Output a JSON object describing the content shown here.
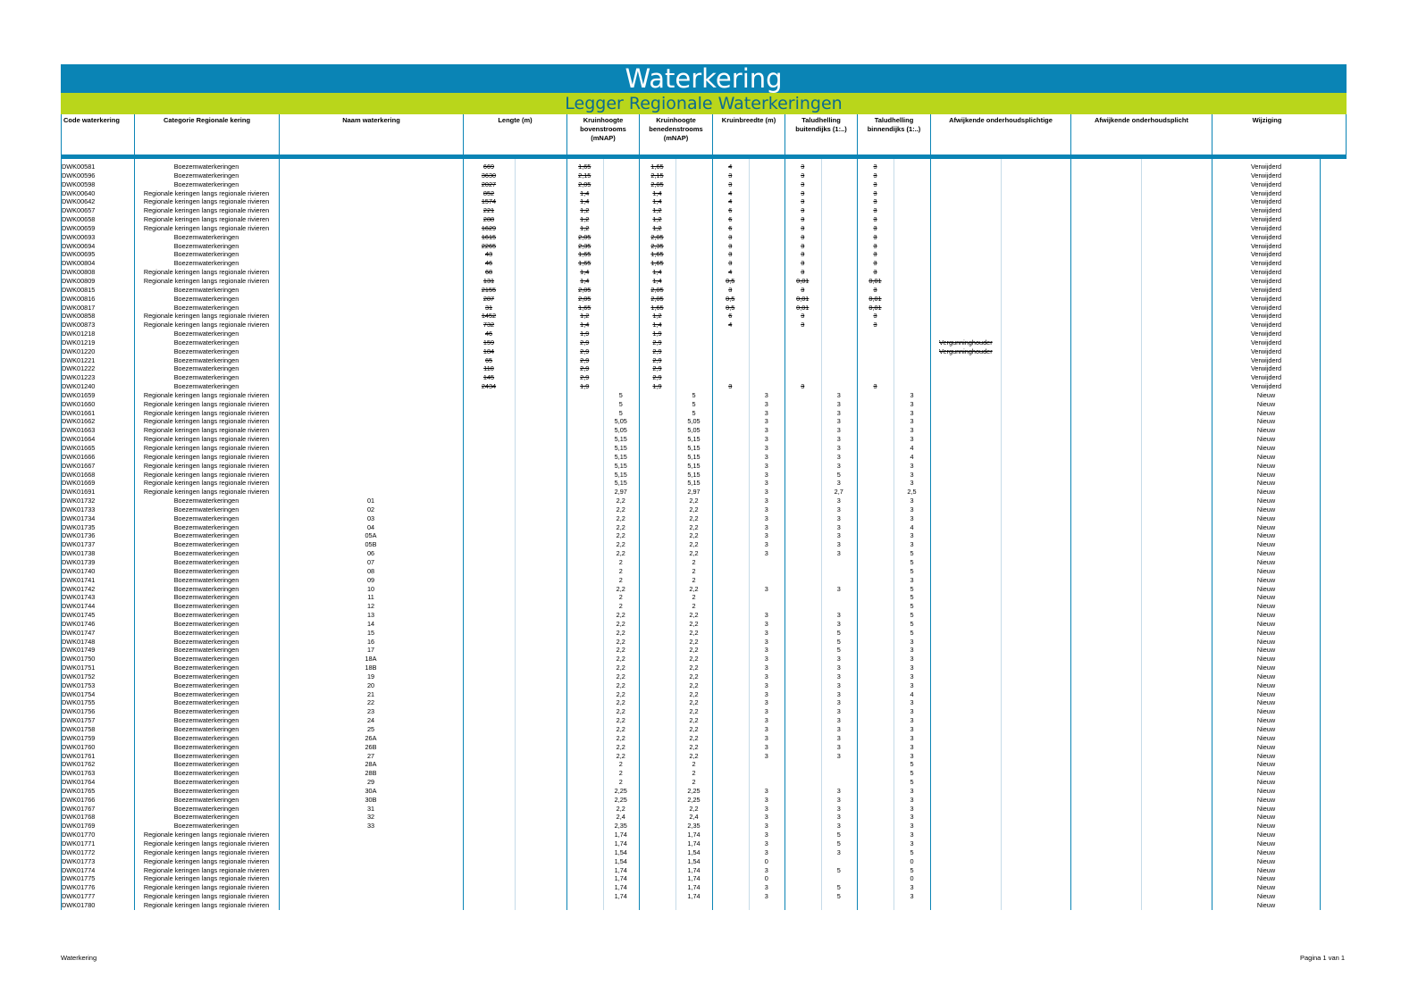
{
  "title": "Waterkering",
  "subtitle": "Legger Regionale Waterkeringen",
  "columns": [
    "Code waterkering",
    "Categorie Regionale kering",
    "Naam waterkering",
    "Lengte (m)",
    "Kruinhoogte bovenstrooms (mNAP)",
    "Kruinhoogte benedenstrooms (mNAP)",
    "Kruinbreedte (m)",
    "Taludhelling buitendijks (1:..)",
    "Taludhelling binnendijks (1:..)",
    "Afwijkende onderhoudsplichtige",
    "Afwijkende onderhoudsplicht",
    "Wijziging"
  ],
  "rows": [
    [
      "DWK00581",
      "Boezemwaterkeringen",
      "",
      "669",
      "1,65",
      "1,65",
      "4",
      "3",
      "3",
      "",
      "",
      "Verwijderd"
    ],
    [
      "DWK00596",
      "Boezemwaterkeringen",
      "",
      "3630",
      "2,15",
      "2,15",
      "3",
      "3",
      "3",
      "",
      "",
      "Verwijderd"
    ],
    [
      "DWK00598",
      "Boezemwaterkeringen",
      "",
      "2027",
      "2,05",
      "2,05",
      "3",
      "3",
      "3",
      "",
      "",
      "Verwijderd"
    ],
    [
      "DWK00640",
      "Regionale keringen langs regionale rivieren",
      "",
      "852",
      "1,4",
      "1,4",
      "4",
      "3",
      "3",
      "",
      "",
      "Verwijderd"
    ],
    [
      "DWK00642",
      "Regionale keringen langs regionale rivieren",
      "",
      "1574",
      "1,4",
      "1,4",
      "4",
      "3",
      "3",
      "",
      "",
      "Verwijderd"
    ],
    [
      "DWK00657",
      "Regionale keringen langs regionale rivieren",
      "",
      "221",
      "1,2",
      "1,2",
      "6",
      "3",
      "3",
      "",
      "",
      "Verwijderd"
    ],
    [
      "DWK00658",
      "Regionale keringen langs regionale rivieren",
      "",
      "288",
      "1,2",
      "1,2",
      "6",
      "3",
      "3",
      "",
      "",
      "Verwijderd"
    ],
    [
      "DWK00659",
      "Regionale keringen langs regionale rivieren",
      "",
      "1629",
      "1,2",
      "1,2",
      "6",
      "3",
      "3",
      "",
      "",
      "Verwijderd"
    ],
    [
      "DWK00693",
      "Boezemwaterkeringen",
      "",
      "1615",
      "2,05",
      "2,05",
      "3",
      "3",
      "3",
      "",
      "",
      "Verwijderd"
    ],
    [
      "DWK00694",
      "Boezemwaterkeringen",
      "",
      "2265",
      "2,35",
      "2,35",
      "3",
      "3",
      "3",
      "",
      "",
      "Verwijderd"
    ],
    [
      "DWK00695",
      "Boezemwaterkeringen",
      "",
      "43",
      "1,65",
      "1,65",
      "3",
      "3",
      "3",
      "",
      "",
      "Verwijderd"
    ],
    [
      "DWK00804",
      "Boezemwaterkeringen",
      "",
      "46",
      "1,65",
      "1,65",
      "3",
      "3",
      "3",
      "",
      "",
      "Verwijderd"
    ],
    [
      "DWK00808",
      "Regionale keringen langs regionale rivieren",
      "",
      "68",
      "1,4",
      "1,4",
      "4",
      "3",
      "3",
      "",
      "",
      "Verwijderd"
    ],
    [
      "DWK00809",
      "Regionale keringen langs regionale rivieren",
      "",
      "131",
      "1,4",
      "1,4",
      "0,5",
      "0,01",
      "0,01",
      "",
      "",
      "Verwijderd"
    ],
    [
      "DWK00815",
      "Boezemwaterkeringen",
      "",
      "2155",
      "2,05",
      "2,05",
      "3",
      "3",
      "3",
      "",
      "",
      "Verwijderd"
    ],
    [
      "DWK00816",
      "Boezemwaterkeringen",
      "",
      "287",
      "2,05",
      "2,05",
      "0,5",
      "0,01",
      "0,01",
      "",
      "",
      "Verwijderd"
    ],
    [
      "DWK00817",
      "Boezemwaterkeringen",
      "",
      "31",
      "1,65",
      "1,65",
      "0,5",
      "0,01",
      "0,01",
      "",
      "",
      "Verwijderd"
    ],
    [
      "DWK00858",
      "Regionale keringen langs regionale rivieren",
      "",
      "1452",
      "1,2",
      "1,2",
      "6",
      "3",
      "3",
      "",
      "",
      "Verwijderd"
    ],
    [
      "DWK00873",
      "Regionale keringen langs regionale rivieren",
      "",
      "732",
      "1,4",
      "1,4",
      "4",
      "3",
      "3",
      "",
      "",
      "Verwijderd"
    ],
    [
      "DWK01218",
      "Boezemwaterkeringen",
      "",
      "46",
      "1,9",
      "1,9",
      "",
      "",
      "",
      "",
      "",
      "Verwijderd"
    ],
    [
      "DWK01219",
      "Boezemwaterkeringen",
      "",
      "159",
      "2,9",
      "2,9",
      "",
      "",
      "",
      "Vergunninghouder",
      "",
      "Verwijderd"
    ],
    [
      "DWK01220",
      "Boezemwaterkeringen",
      "",
      "184",
      "2,9",
      "2,9",
      "",
      "",
      "",
      "Vergunninghouder",
      "",
      "Verwijderd"
    ],
    [
      "DWK01221",
      "Boezemwaterkeringen",
      "",
      "65",
      "2,9",
      "2,9",
      "",
      "",
      "",
      "",
      "",
      "Verwijderd"
    ],
    [
      "DWK01222",
      "Boezemwaterkeringen",
      "",
      "110",
      "2,9",
      "2,9",
      "",
      "",
      "",
      "",
      "",
      "Verwijderd"
    ],
    [
      "DWK01223",
      "Boezemwaterkeringen",
      "",
      "145",
      "2,9",
      "2,9",
      "",
      "",
      "",
      "",
      "",
      "Verwijderd"
    ],
    [
      "DWK01240",
      "Boezemwaterkeringen",
      "",
      "2434",
      "1,9",
      "1,9",
      "3",
      "3",
      "3",
      "",
      "",
      "Verwijderd"
    ],
    [
      "DWK01659",
      "Regionale keringen langs regionale rivieren",
      "",
      "",
      "5",
      "5",
      "3",
      "3",
      "3",
      "",
      "",
      "Nieuw"
    ],
    [
      "DWK01660",
      "Regionale keringen langs regionale rivieren",
      "",
      "",
      "5",
      "5",
      "3",
      "3",
      "3",
      "",
      "",
      "Nieuw"
    ],
    [
      "DWK01661",
      "Regionale keringen langs regionale rivieren",
      "",
      "",
      "5",
      "5",
      "3",
      "3",
      "3",
      "",
      "",
      "Nieuw"
    ],
    [
      "DWK01662",
      "Regionale keringen langs regionale rivieren",
      "",
      "",
      "5,05",
      "5,05",
      "3",
      "3",
      "3",
      "",
      "",
      "Nieuw"
    ],
    [
      "DWK01663",
      "Regionale keringen langs regionale rivieren",
      "",
      "",
      "5,05",
      "5,05",
      "3",
      "3",
      "3",
      "",
      "",
      "Nieuw"
    ],
    [
      "DWK01664",
      "Regionale keringen langs regionale rivieren",
      "",
      "",
      "5,15",
      "5,15",
      "3",
      "3",
      "3",
      "",
      "",
      "Nieuw"
    ],
    [
      "DWK01665",
      "Regionale keringen langs regionale rivieren",
      "",
      "",
      "5,15",
      "5,15",
      "3",
      "3",
      "4",
      "",
      "",
      "Nieuw"
    ],
    [
      "DWK01666",
      "Regionale keringen langs regionale rivieren",
      "",
      "",
      "5,15",
      "5,15",
      "3",
      "3",
      "4",
      "",
      "",
      "Nieuw"
    ],
    [
      "DWK01667",
      "Regionale keringen langs regionale rivieren",
      "",
      "",
      "5,15",
      "5,15",
      "3",
      "3",
      "3",
      "",
      "",
      "Nieuw"
    ],
    [
      "DWK01668",
      "Regionale keringen langs regionale rivieren",
      "",
      "",
      "5,15",
      "5,15",
      "3",
      "5",
      "3",
      "",
      "",
      "Nieuw"
    ],
    [
      "DWK01669",
      "Regionale keringen langs regionale rivieren",
      "",
      "",
      "5,15",
      "5,15",
      "3",
      "3",
      "3",
      "",
      "",
      "Nieuw"
    ],
    [
      "DWK01691",
      "Regionale keringen langs regionale rivieren",
      "",
      "",
      "2,97",
      "2,97",
      "3",
      "2,7",
      "2,5",
      "",
      "",
      "Nieuw"
    ],
    [
      "DWK01732",
      "Boezemwaterkeringen",
      "01",
      "",
      "2,2",
      "2,2",
      "3",
      "3",
      "3",
      "",
      "",
      "Nieuw"
    ],
    [
      "DWK01733",
      "Boezemwaterkeringen",
      "02",
      "",
      "2,2",
      "2,2",
      "3",
      "3",
      "3",
      "",
      "",
      "Nieuw"
    ],
    [
      "DWK01734",
      "Boezemwaterkeringen",
      "03",
      "",
      "2,2",
      "2,2",
      "3",
      "3",
      "3",
      "",
      "",
      "Nieuw"
    ],
    [
      "DWK01735",
      "Boezemwaterkeringen",
      "04",
      "",
      "2,2",
      "2,2",
      "3",
      "3",
      "4",
      "",
      "",
      "Nieuw"
    ],
    [
      "DWK01736",
      "Boezemwaterkeringen",
      "05A",
      "",
      "2,2",
      "2,2",
      "3",
      "3",
      "3",
      "",
      "",
      "Nieuw"
    ],
    [
      "DWK01737",
      "Boezemwaterkeringen",
      "05B",
      "",
      "2,2",
      "2,2",
      "3",
      "3",
      "3",
      "",
      "",
      "Nieuw"
    ],
    [
      "DWK01738",
      "Boezemwaterkeringen",
      "06",
      "",
      "2,2",
      "2,2",
      "3",
      "3",
      "5",
      "",
      "",
      "Nieuw"
    ],
    [
      "DWK01739",
      "Boezemwaterkeringen",
      "07",
      "",
      "2",
      "2",
      "",
      "",
      "5",
      "",
      "",
      "Nieuw"
    ],
    [
      "DWK01740",
      "Boezemwaterkeringen",
      "08",
      "",
      "2",
      "2",
      "",
      "",
      "5",
      "",
      "",
      "Nieuw"
    ],
    [
      "DWK01741",
      "Boezemwaterkeringen",
      "09",
      "",
      "2",
      "2",
      "",
      "",
      "3",
      "",
      "",
      "Nieuw"
    ],
    [
      "DWK01742",
      "Boezemwaterkeringen",
      "10",
      "",
      "2,2",
      "2,2",
      "3",
      "3",
      "5",
      "",
      "",
      "Nieuw"
    ],
    [
      "DWK01743",
      "Boezemwaterkeringen",
      "11",
      "",
      "2",
      "2",
      "",
      "",
      "5",
      "",
      "",
      "Nieuw"
    ],
    [
      "DWK01744",
      "Boezemwaterkeringen",
      "12",
      "",
      "2",
      "2",
      "",
      "",
      "5",
      "",
      "",
      "Nieuw"
    ],
    [
      "DWK01745",
      "Boezemwaterkeringen",
      "13",
      "",
      "2,2",
      "2,2",
      "3",
      "3",
      "5",
      "",
      "",
      "Nieuw"
    ],
    [
      "DWK01746",
      "Boezemwaterkeringen",
      "14",
      "",
      "2,2",
      "2,2",
      "3",
      "3",
      "5",
      "",
      "",
      "Nieuw"
    ],
    [
      "DWK01747",
      "Boezemwaterkeringen",
      "15",
      "",
      "2,2",
      "2,2",
      "3",
      "5",
      "5",
      "",
      "",
      "Nieuw"
    ],
    [
      "DWK01748",
      "Boezemwaterkeringen",
      "16",
      "",
      "2,2",
      "2,2",
      "3",
      "5",
      "3",
      "",
      "",
      "Nieuw"
    ],
    [
      "DWK01749",
      "Boezemwaterkeringen",
      "17",
      "",
      "2,2",
      "2,2",
      "3",
      "5",
      "3",
      "",
      "",
      "Nieuw"
    ],
    [
      "DWK01750",
      "Boezemwaterkeringen",
      "18A",
      "",
      "2,2",
      "2,2",
      "3",
      "3",
      "3",
      "",
      "",
      "Nieuw"
    ],
    [
      "DWK01751",
      "Boezemwaterkeringen",
      "18B",
      "",
      "2,2",
      "2,2",
      "3",
      "3",
      "3",
      "",
      "",
      "Nieuw"
    ],
    [
      "DWK01752",
      "Boezemwaterkeringen",
      "19",
      "",
      "2,2",
      "2,2",
      "3",
      "3",
      "3",
      "",
      "",
      "Nieuw"
    ],
    [
      "DWK01753",
      "Boezemwaterkeringen",
      "20",
      "",
      "2,2",
      "2,2",
      "3",
      "3",
      "3",
      "",
      "",
      "Nieuw"
    ],
    [
      "DWK01754",
      "Boezemwaterkeringen",
      "21",
      "",
      "2,2",
      "2,2",
      "3",
      "3",
      "4",
      "",
      "",
      "Nieuw"
    ],
    [
      "DWK01755",
      "Boezemwaterkeringen",
      "22",
      "",
      "2,2",
      "2,2",
      "3",
      "3",
      "3",
      "",
      "",
      "Nieuw"
    ],
    [
      "DWK01756",
      "Boezemwaterkeringen",
      "23",
      "",
      "2,2",
      "2,2",
      "3",
      "3",
      "3",
      "",
      "",
      "Nieuw"
    ],
    [
      "DWK01757",
      "Boezemwaterkeringen",
      "24",
      "",
      "2,2",
      "2,2",
      "3",
      "3",
      "3",
      "",
      "",
      "Nieuw"
    ],
    [
      "DWK01758",
      "Boezemwaterkeringen",
      "25",
      "",
      "2,2",
      "2,2",
      "3",
      "3",
      "3",
      "",
      "",
      "Nieuw"
    ],
    [
      "DWK01759",
      "Boezemwaterkeringen",
      "26A",
      "",
      "2,2",
      "2,2",
      "3",
      "3",
      "3",
      "",
      "",
      "Nieuw"
    ],
    [
      "DWK01760",
      "Boezemwaterkeringen",
      "26B",
      "",
      "2,2",
      "2,2",
      "3",
      "3",
      "3",
      "",
      "",
      "Nieuw"
    ],
    [
      "DWK01761",
      "Boezemwaterkeringen",
      "27",
      "",
      "2,2",
      "2,2",
      "3",
      "3",
      "3",
      "",
      "",
      "Nieuw"
    ],
    [
      "DWK01762",
      "Boezemwaterkeringen",
      "28A",
      "",
      "2",
      "2",
      "",
      "",
      "5",
      "",
      "",
      "Nieuw"
    ],
    [
      "DWK01763",
      "Boezemwaterkeringen",
      "28B",
      "",
      "2",
      "2",
      "",
      "",
      "5",
      "",
      "",
      "Nieuw"
    ],
    [
      "DWK01764",
      "Boezemwaterkeringen",
      "29",
      "",
      "2",
      "2",
      "",
      "",
      "5",
      "",
      "",
      "Nieuw"
    ],
    [
      "DWK01765",
      "Boezemwaterkeringen",
      "30A",
      "",
      "2,25",
      "2,25",
      "3",
      "3",
      "3",
      "",
      "",
      "Nieuw"
    ],
    [
      "DWK01766",
      "Boezemwaterkeringen",
      "30B",
      "",
      "2,25",
      "2,25",
      "3",
      "3",
      "3",
      "",
      "",
      "Nieuw"
    ],
    [
      "DWK01767",
      "Boezemwaterkeringen",
      "31",
      "",
      "2,2",
      "2,2",
      "3",
      "3",
      "3",
      "",
      "",
      "Nieuw"
    ],
    [
      "DWK01768",
      "Boezemwaterkeringen",
      "32",
      "",
      "2,4",
      "2,4",
      "3",
      "3",
      "3",
      "",
      "",
      "Nieuw"
    ],
    [
      "DWK01769",
      "Boezemwaterkeringen",
      "33",
      "",
      "2,35",
      "2,35",
      "3",
      "3",
      "3",
      "",
      "",
      "Nieuw"
    ],
    [
      "DWK01770",
      "Regionale keringen langs regionale rivieren",
      "",
      "",
      "1,74",
      "1,74",
      "3",
      "5",
      "3",
      "",
      "",
      "Nieuw"
    ],
    [
      "DWK01771",
      "Regionale keringen langs regionale rivieren",
      "",
      "",
      "1,74",
      "1,74",
      "3",
      "5",
      "3",
      "",
      "",
      "Nieuw"
    ],
    [
      "DWK01772",
      "Regionale keringen langs regionale rivieren",
      "",
      "",
      "1,54",
      "1,54",
      "3",
      "3",
      "5",
      "",
      "",
      "Nieuw"
    ],
    [
      "DWK01773",
      "Regionale keringen langs regionale rivieren",
      "",
      "",
      "1,54",
      "1,54",
      "0",
      "",
      "0",
      "",
      "",
      "Nieuw"
    ],
    [
      "DWK01774",
      "Regionale keringen langs regionale rivieren",
      "",
      "",
      "1,74",
      "1,74",
      "3",
      "5",
      "5",
      "",
      "",
      "Nieuw"
    ],
    [
      "DWK01775",
      "Regionale keringen langs regionale rivieren",
      "",
      "",
      "1,74",
      "1,74",
      "0",
      "",
      "0",
      "",
      "",
      "Nieuw"
    ],
    [
      "DWK01776",
      "Regionale keringen langs regionale rivieren",
      "",
      "",
      "1,74",
      "1,74",
      "3",
      "5",
      "3",
      "",
      "",
      "Nieuw"
    ],
    [
      "DWK01777",
      "Regionale keringen langs regionale rivieren",
      "",
      "",
      "1,74",
      "1,74",
      "3",
      "5",
      "3",
      "",
      "",
      "Nieuw"
    ],
    [
      "DWK01780",
      "Regionale keringen langs regionale rivieren",
      "",
      "",
      "",
      "",
      "",
      "",
      "",
      "",
      "",
      "Nieuw"
    ]
  ],
  "footer": {
    "left": "Waterkering",
    "right": "Pagina 1 van 1"
  },
  "colors": {
    "header_blue": "#0a84b5",
    "subtitle_green": "#b9d61b",
    "subtitle_text": "#0a6a92"
  }
}
